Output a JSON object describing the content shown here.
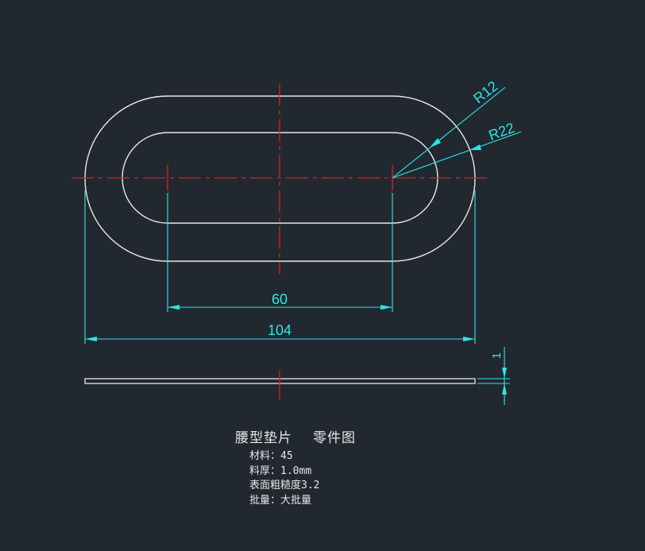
{
  "drawing": {
    "background_color": "#212830",
    "colors": {
      "outline": "#e8e8e8",
      "centerline": "#e01e2a",
      "dimension": "#2ee6e6"
    },
    "part_title": "腰型垫片",
    "drawing_type": "零件图",
    "notes": [
      {
        "label": "材料：",
        "value": "45"
      },
      {
        "label": "料厚：",
        "value": "1.0mm"
      },
      {
        "label": "表面粗糙度",
        "value": "3.2"
      },
      {
        "label": "批量：",
        "value": "大批量"
      }
    ],
    "dimensions": {
      "center_distance": "60",
      "overall_length": "104",
      "thickness": "1",
      "inner_radius": "R12",
      "outer_radius": "R22"
    }
  }
}
